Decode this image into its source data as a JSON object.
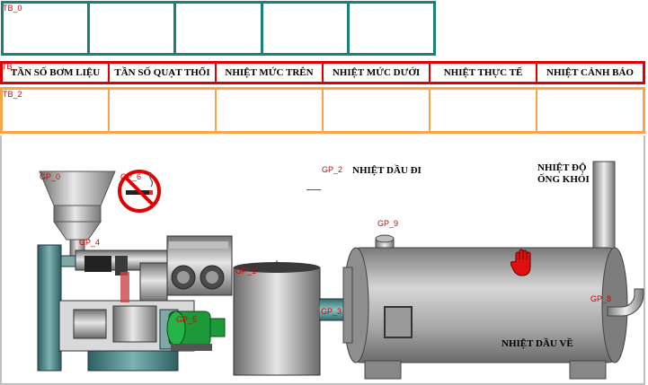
{
  "tags": {
    "tb0": "TB_0",
    "tb1": "TB_",
    "tb2": "TB_2",
    "gp0": "GP_0",
    "gp2": "GP_2",
    "gp9": "GP_9",
    "gp1": "GP_1",
    "gp3": "GP_3",
    "gp8": "GP_8",
    "gp5": "GP_5",
    "gp4": "GP_4",
    "gp6": "GP_6"
  },
  "header": {
    "columns": [
      "TẦN SỐ BƠM LIỆU",
      "TẦN SỐ QUẠT THỔI",
      "NHIỆT MỨC TRÊN",
      "NHIỆT MỨC DƯỚI",
      "NHIỆT THỰC TẾ",
      "NHIỆT CẢNH BÁO"
    ]
  },
  "labels": {
    "oil_out": "NHIỆT DẦU ĐI",
    "chimney_line1": "NHIỆT ĐỘ",
    "chimney_line2": "ỐNG KHÓI",
    "oil_return": "NHIỆT DẦU VỀ"
  },
  "colors": {
    "tb0_border": "#1a7f7f",
    "tb1_border": "#e00000",
    "tb2_border": "#f7a545",
    "tag_text": "#d40000"
  }
}
